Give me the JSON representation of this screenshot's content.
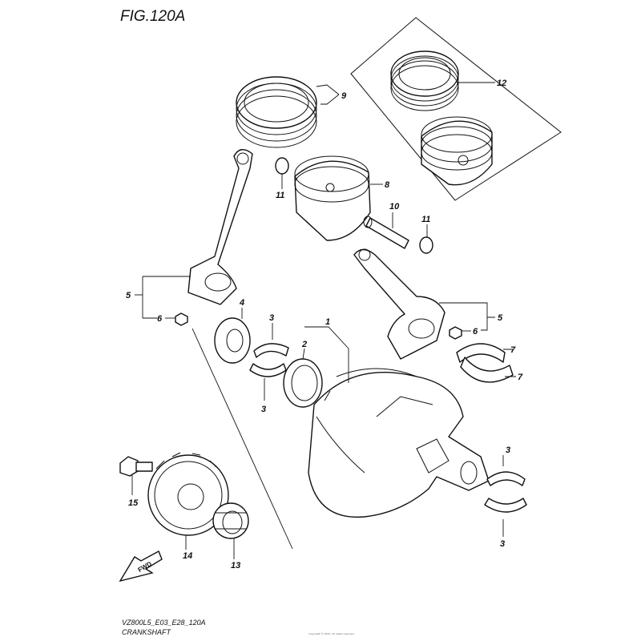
{
  "figure": {
    "title": "FIG.120A",
    "model_code": "VZ800L5_E03_E28_120A",
    "name": "CRANKSHAFT",
    "fine_print": "Copyright © 2015, All rights reserved."
  },
  "fwd_label": "FWD",
  "callouts": {
    "c1": "1",
    "c2": "2",
    "c3a": "3",
    "c3b": "3",
    "c3c": "3",
    "c3d": "3",
    "c4": "4",
    "c5a": "5",
    "c5b": "5",
    "c6a": "6",
    "c6b": "6",
    "c7a": "7",
    "c7b": "7",
    "c8": "8",
    "c9": "9",
    "c10": "10",
    "c11a": "11",
    "c11b": "11",
    "c12": "12",
    "c13": "13",
    "c14": "14",
    "c15": "15"
  }
}
